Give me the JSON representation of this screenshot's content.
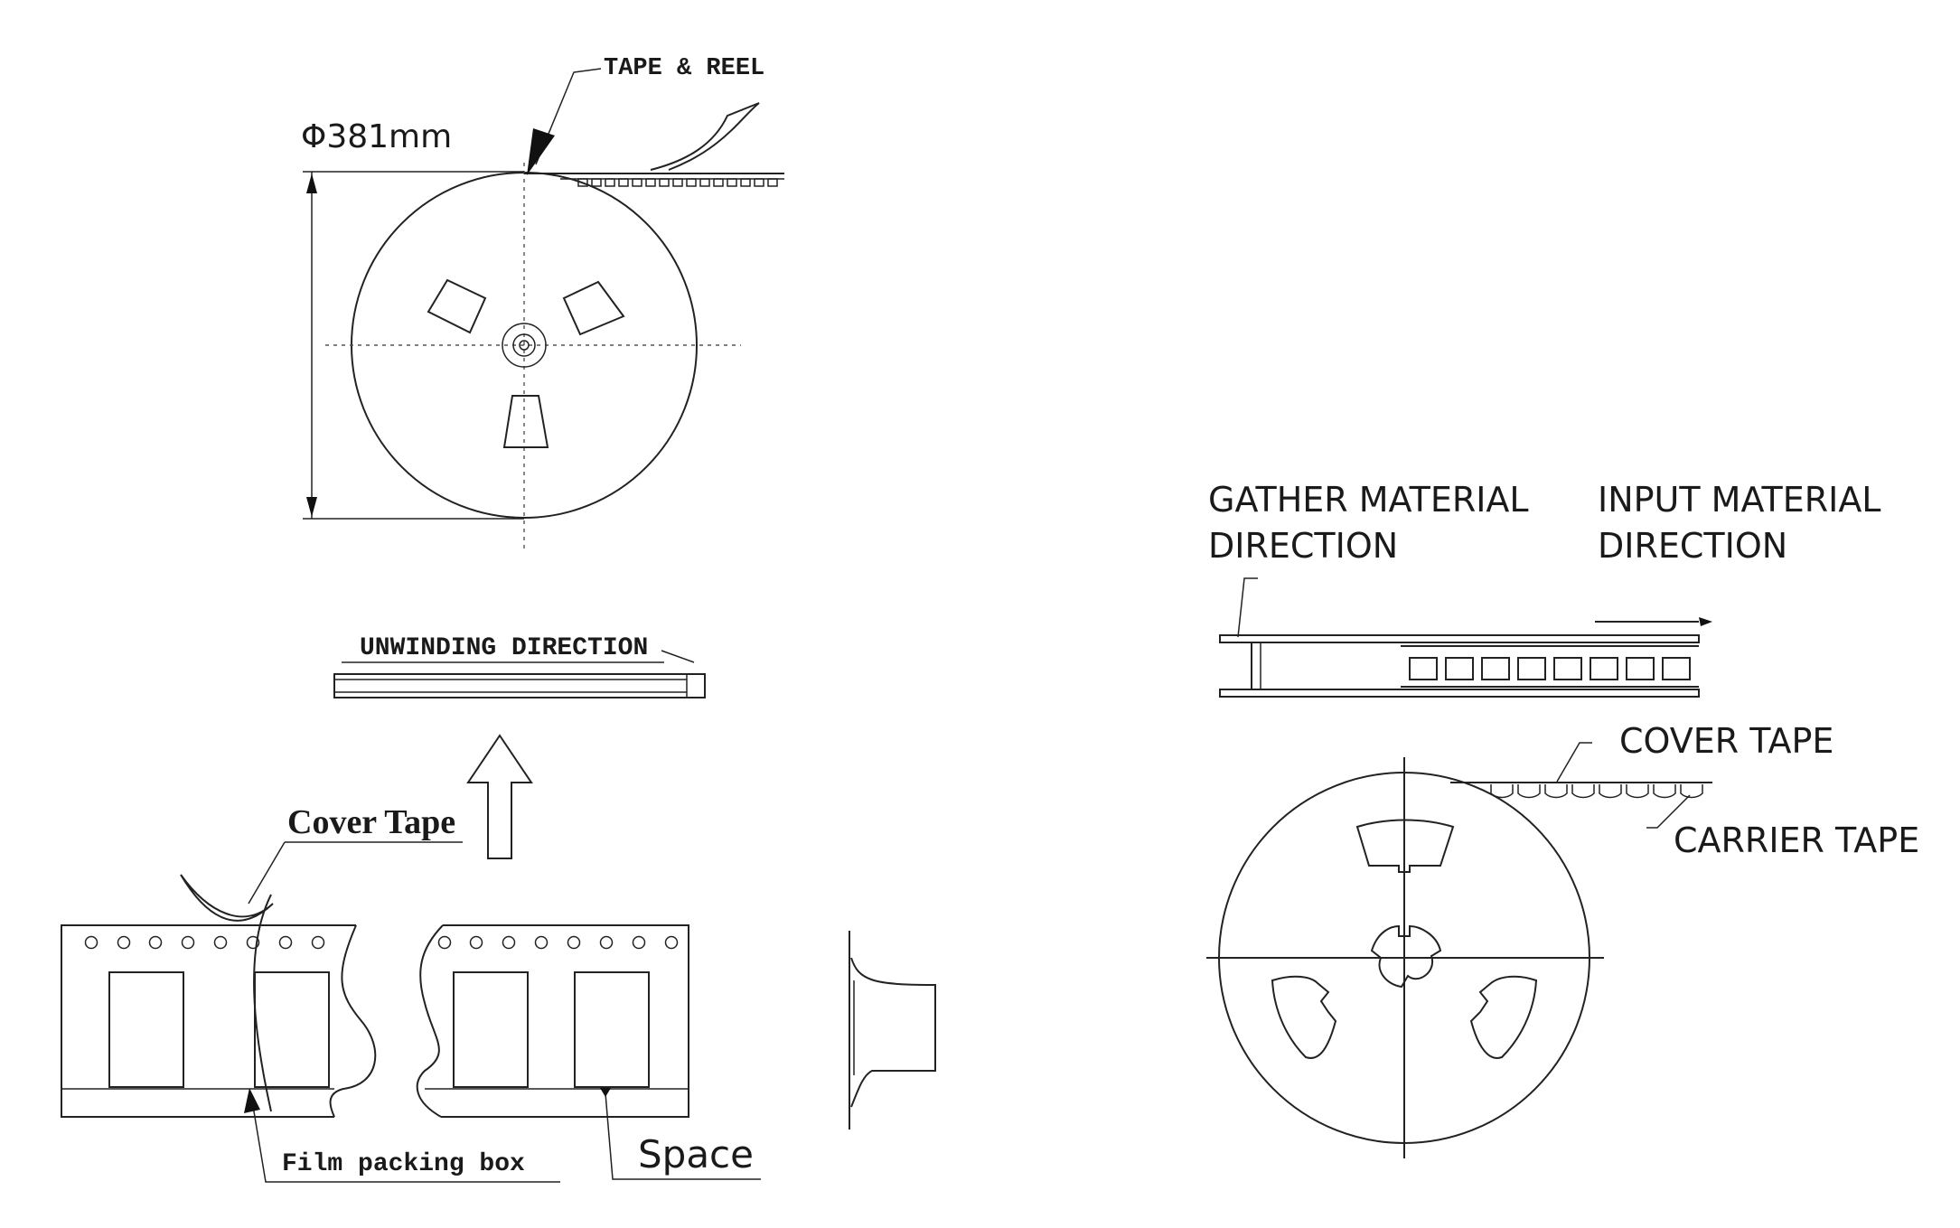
{
  "labels": {
    "tape_and_reel": "TAPE & REEL",
    "diameter": "Φ381mm",
    "unwinding_direction": "UNWINDING DIRECTION",
    "cover_tape_left": "Cover Tape",
    "film_packing_box": "Film packing box",
    "space": "Space",
    "gather_line1": "GATHER MATERIAL",
    "gather_line2": "DIRECTION",
    "input_line1": "INPUT MATERIAL",
    "input_line2": "DIRECTION",
    "cover_tape_right": "COVER TAPE",
    "carrier_tape": "CARRIER TAPE"
  }
}
